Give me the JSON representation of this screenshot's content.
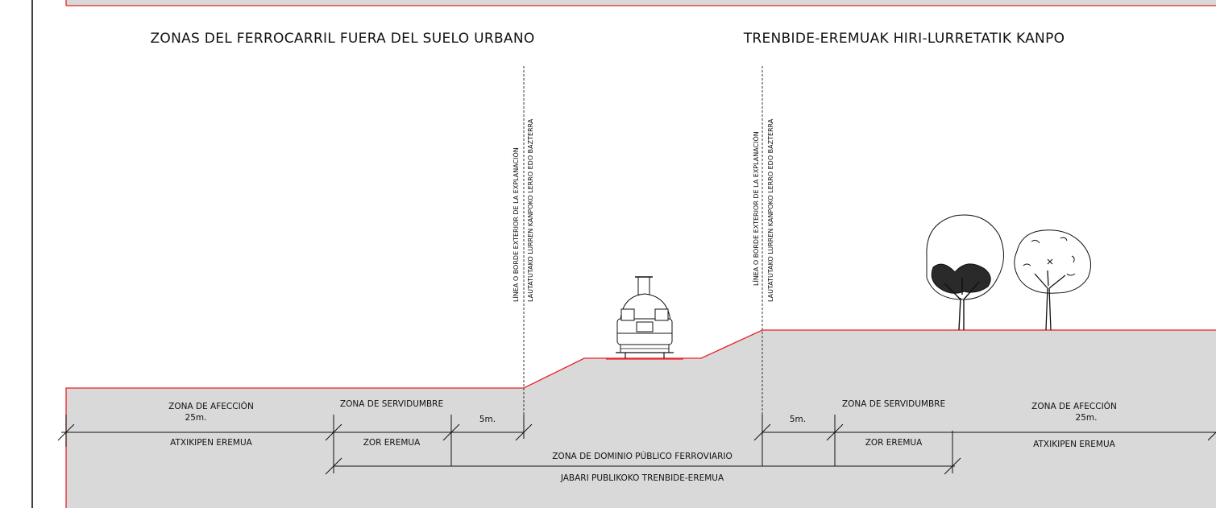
{
  "titles": {
    "left": "ZONAS DEL FERROCARRIL FUERA DEL  SUELO URBANO",
    "right": "TRENBIDE-EREMUAK HIRI-LURRETATIK KANPO"
  },
  "boundary_labels": {
    "line1": "LÍNEA O BORDE EXTERIOR DE LA EXPLANACIÓN",
    "line2": "LAUTATUTAKO LURREN KANPOKO LERRO EDO BAZTERRA"
  },
  "left_zones": {
    "afeccion": "ZONA DE AFECCIÓN",
    "afeccion_width": "25m.",
    "afeccion_eu": "ATXIKIPEN EREMUA",
    "servidumbre": "ZONA DE SERVIDUMBRE",
    "servidumbre_eu": "ZOR EREMUA",
    "servidumbre_width": "5m."
  },
  "right_zones": {
    "servidumbre_width": "5m.",
    "servidumbre": "ZONA DE SERVIDUMBRE",
    "servidumbre_eu": "ZOR EREMUA",
    "afeccion": "ZONA DE AFECCIÓN",
    "afeccion_width": "25m.",
    "afeccion_eu": "ATXIKIPEN EREMUA"
  },
  "center_zone": {
    "dominio": "ZONA DE DOMINIO PÚBLICO FERROVIARIO",
    "dominio_eu": "JABARI PUBLIKOKO TRENBIDE-EREMUA"
  },
  "colors": {
    "terrain": "#d9d9d9",
    "ground_line": "#e8202a",
    "ink": "#111111"
  },
  "symbols": [
    "train-icon",
    "tree-icon",
    "tree-icon"
  ]
}
